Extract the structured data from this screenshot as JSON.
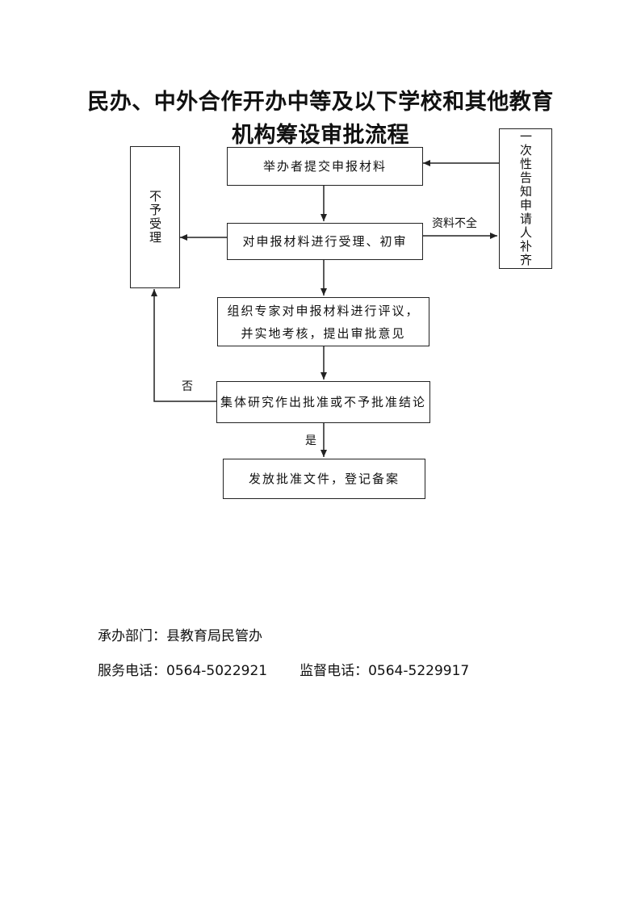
{
  "title": {
    "line1": "民办、中外合作开办中等及以下学校和其他教育",
    "line2": "机构筹设审批流程"
  },
  "flow": {
    "submit": "举办者提交申报材料",
    "accept": "对申报材料进行受理、初审",
    "expert_review": "组织专家对申报材料进行评议，并实地考核，提出审批意见",
    "decision": "集体研究作出批准或不予批准结论",
    "issue": "发放批准文件，登记备案",
    "reject": "不予受理",
    "notify_supplement": "一次性告知申请人补齐"
  },
  "labels": {
    "incomplete": "资料不全",
    "no": "否",
    "yes": "是"
  },
  "footer": {
    "department_label": "承办部门：",
    "department": "县教育局民管办",
    "service_label": "服务电话：",
    "service_phone": "0564-5022921",
    "supervise_label": "监督电话：",
    "supervise_phone": "0564-5229917"
  }
}
